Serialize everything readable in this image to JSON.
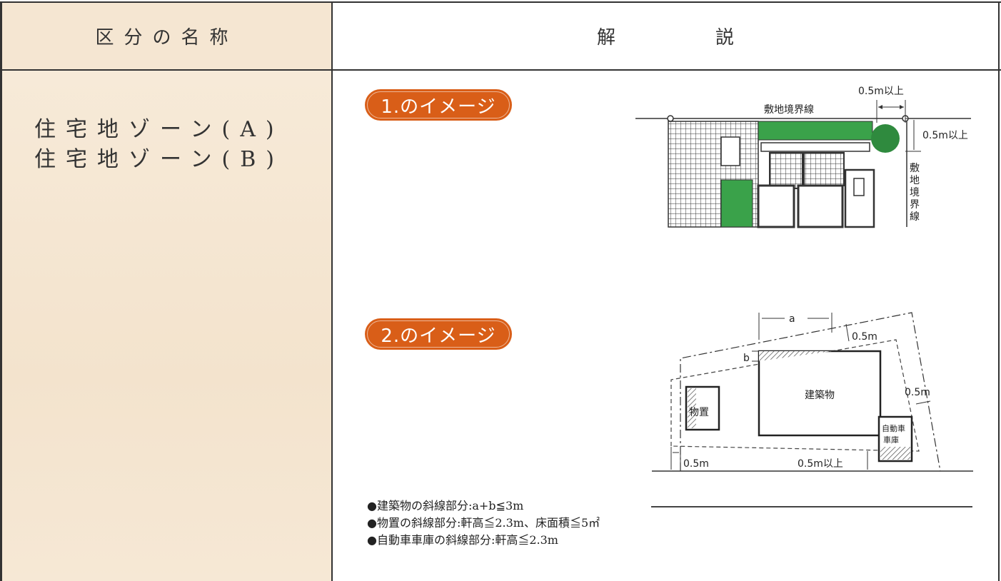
{
  "header": {
    "left_label": "区分の名称",
    "right_label_a": "解",
    "right_label_b": "説"
  },
  "zones": [
    "住宅地ゾーン(A)",
    "住宅地ゾーン(B)"
  ],
  "image1": {
    "badge": "1.のイメージ",
    "boundary_label": "敷地境界線",
    "boundary_label_vertical": [
      "敷",
      "地",
      "境",
      "界",
      "線"
    ],
    "dim_top": "0.5m以上",
    "dim_right": "0.5m以上"
  },
  "image2": {
    "badge": "2.のイメージ",
    "dim_a": "a",
    "dim_b": "b",
    "dim_top": "0.5m",
    "dim_right": "0.5m",
    "dim_left_bottom": "0.5m",
    "dim_bottom": "0.5m以上",
    "building_label": "建築物",
    "storage_label": "物置",
    "garage_label_1": "自動車",
    "garage_label_2": "車庫"
  },
  "notes": [
    "●建築物の斜線部分:a+b≦3m",
    "●物置の斜線部分:軒高≦2.3m、床面積≦5㎡",
    "●自動車車庫の斜線部分:軒高≦2.3m"
  ],
  "colors": {
    "badge": "#d95e18",
    "green": "#3aa24a",
    "left_bg": "#f5e6d2"
  }
}
